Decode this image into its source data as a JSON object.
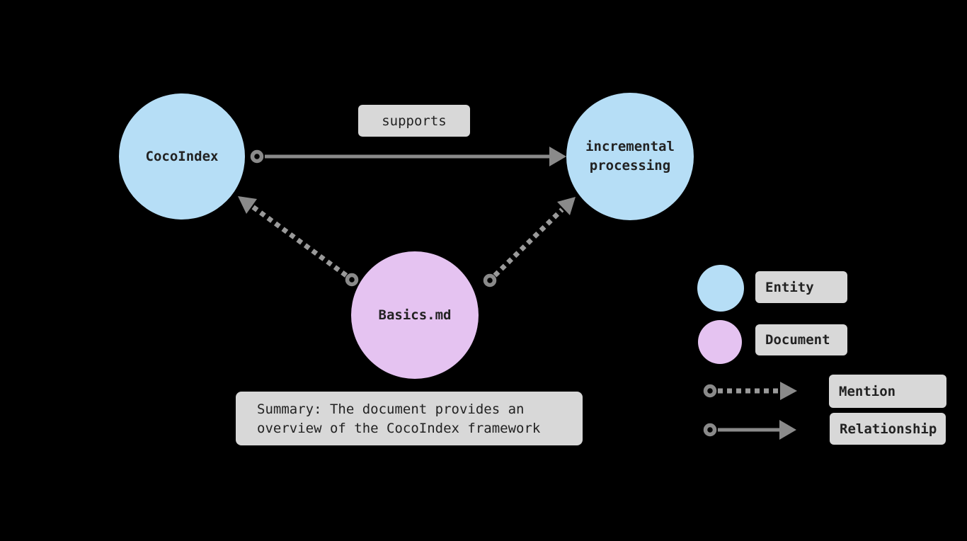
{
  "graph": {
    "nodes": [
      {
        "id": "cocoindex",
        "label": "CocoIndex",
        "type": "Entity"
      },
      {
        "id": "incremental-processing",
        "label": "incremental processing",
        "type": "Entity"
      },
      {
        "id": "basics-md",
        "label": "Basics.md",
        "type": "Document"
      }
    ],
    "edges": [
      {
        "from": "CocoIndex",
        "to": "incremental processing",
        "label": "supports",
        "type": "Relationship"
      },
      {
        "from": "Basics.md",
        "to": "CocoIndex",
        "type": "Mention"
      },
      {
        "from": "Basics.md",
        "to": "incremental processing",
        "type": "Mention"
      }
    ],
    "summary": {
      "line1": "Summary: The document provides an",
      "line2": "overview of the CocoIndex framework"
    }
  },
  "legend": {
    "items": [
      {
        "swatch": "entity-circle",
        "label": "Entity"
      },
      {
        "swatch": "document-circle",
        "label": "Document"
      },
      {
        "swatch": "mention-arrow",
        "label": "Mention"
      },
      {
        "swatch": "relationship-arrow",
        "label": "Relationship"
      }
    ]
  },
  "colors": {
    "background": "#000000",
    "entity_fill": "#b6def6",
    "document_fill": "#e5c3f1",
    "label_bg": "#d8d8d8",
    "edge_stroke": "#8a8a8a",
    "mention_stroke": "#9a9a9a",
    "text_dark": "#222222"
  }
}
